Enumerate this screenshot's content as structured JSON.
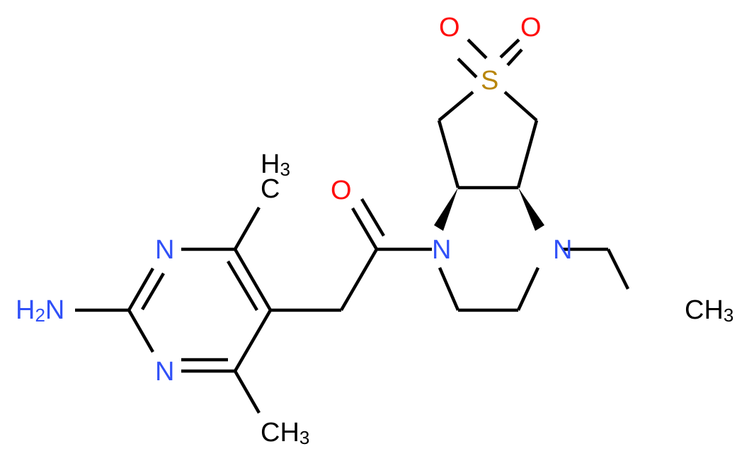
{
  "diagram": {
    "type": "chemical-structure",
    "name": "2-(2-amino-4,6-dimethylpyrimidin-5-yl)-1-[(4aR,7aS)-4-ethyl-6,6-dioxo-octahydrothieno[3,4-b]pyrazin-1-yl]ethan-1-one",
    "colors": {
      "bond": "#000000",
      "carbon_label": "#000000",
      "nitrogen": "#3050F8",
      "oxygen": "#FF0D0D",
      "sulfur": "#B8860B",
      "background": "#FFFFFF"
    },
    "labels": {
      "amine": {
        "main": "H",
        "sub": "2",
        "tail": "N"
      },
      "pyrimidine_n1": "N",
      "pyrimidine_n3": "N",
      "methyl_top": {
        "h": "H",
        "sub": "3",
        "c": "C"
      },
      "methyl_bottom": {
        "main": "CH",
        "sub": "3"
      },
      "carbonyl_o": "O",
      "amide_n": "N",
      "amine_n": "N",
      "sulfur": "S",
      "sulfone_o1": "O",
      "sulfone_o2": "O",
      "ethyl_ch3": {
        "main": "CH",
        "sub": "3"
      }
    },
    "atoms": [
      {
        "id": "N_amine",
        "element": "N",
        "label": "H2N"
      },
      {
        "id": "C2",
        "element": "C"
      },
      {
        "id": "N1",
        "element": "N"
      },
      {
        "id": "C6",
        "element": "C"
      },
      {
        "id": "C5",
        "element": "C"
      },
      {
        "id": "C4",
        "element": "C"
      },
      {
        "id": "N3",
        "element": "N"
      },
      {
        "id": "Me6",
        "element": "C",
        "label": "H3C"
      },
      {
        "id": "Me4",
        "element": "C",
        "label": "CH3"
      },
      {
        "id": "CH2",
        "element": "C"
      },
      {
        "id": "C_carbonyl",
        "element": "C"
      },
      {
        "id": "O_carbonyl",
        "element": "O"
      },
      {
        "id": "N_amide",
        "element": "N"
      },
      {
        "id": "C8a",
        "element": "C",
        "stereo": "wedge"
      },
      {
        "id": "C4a",
        "element": "C",
        "stereo": "wedge"
      },
      {
        "id": "N_ethyl",
        "element": "N"
      },
      {
        "id": "C_ring1",
        "element": "C"
      },
      {
        "id": "C_ring2",
        "element": "C"
      },
      {
        "id": "C_thio1",
        "element": "C"
      },
      {
        "id": "S",
        "element": "S"
      },
      {
        "id": "C_thio2",
        "element": "C"
      },
      {
        "id": "O_s1",
        "element": "O"
      },
      {
        "id": "O_s2",
        "element": "O"
      },
      {
        "id": "C_ethyl",
        "element": "C"
      },
      {
        "id": "CH3_ethyl",
        "element": "C",
        "label": "CH3"
      }
    ]
  }
}
